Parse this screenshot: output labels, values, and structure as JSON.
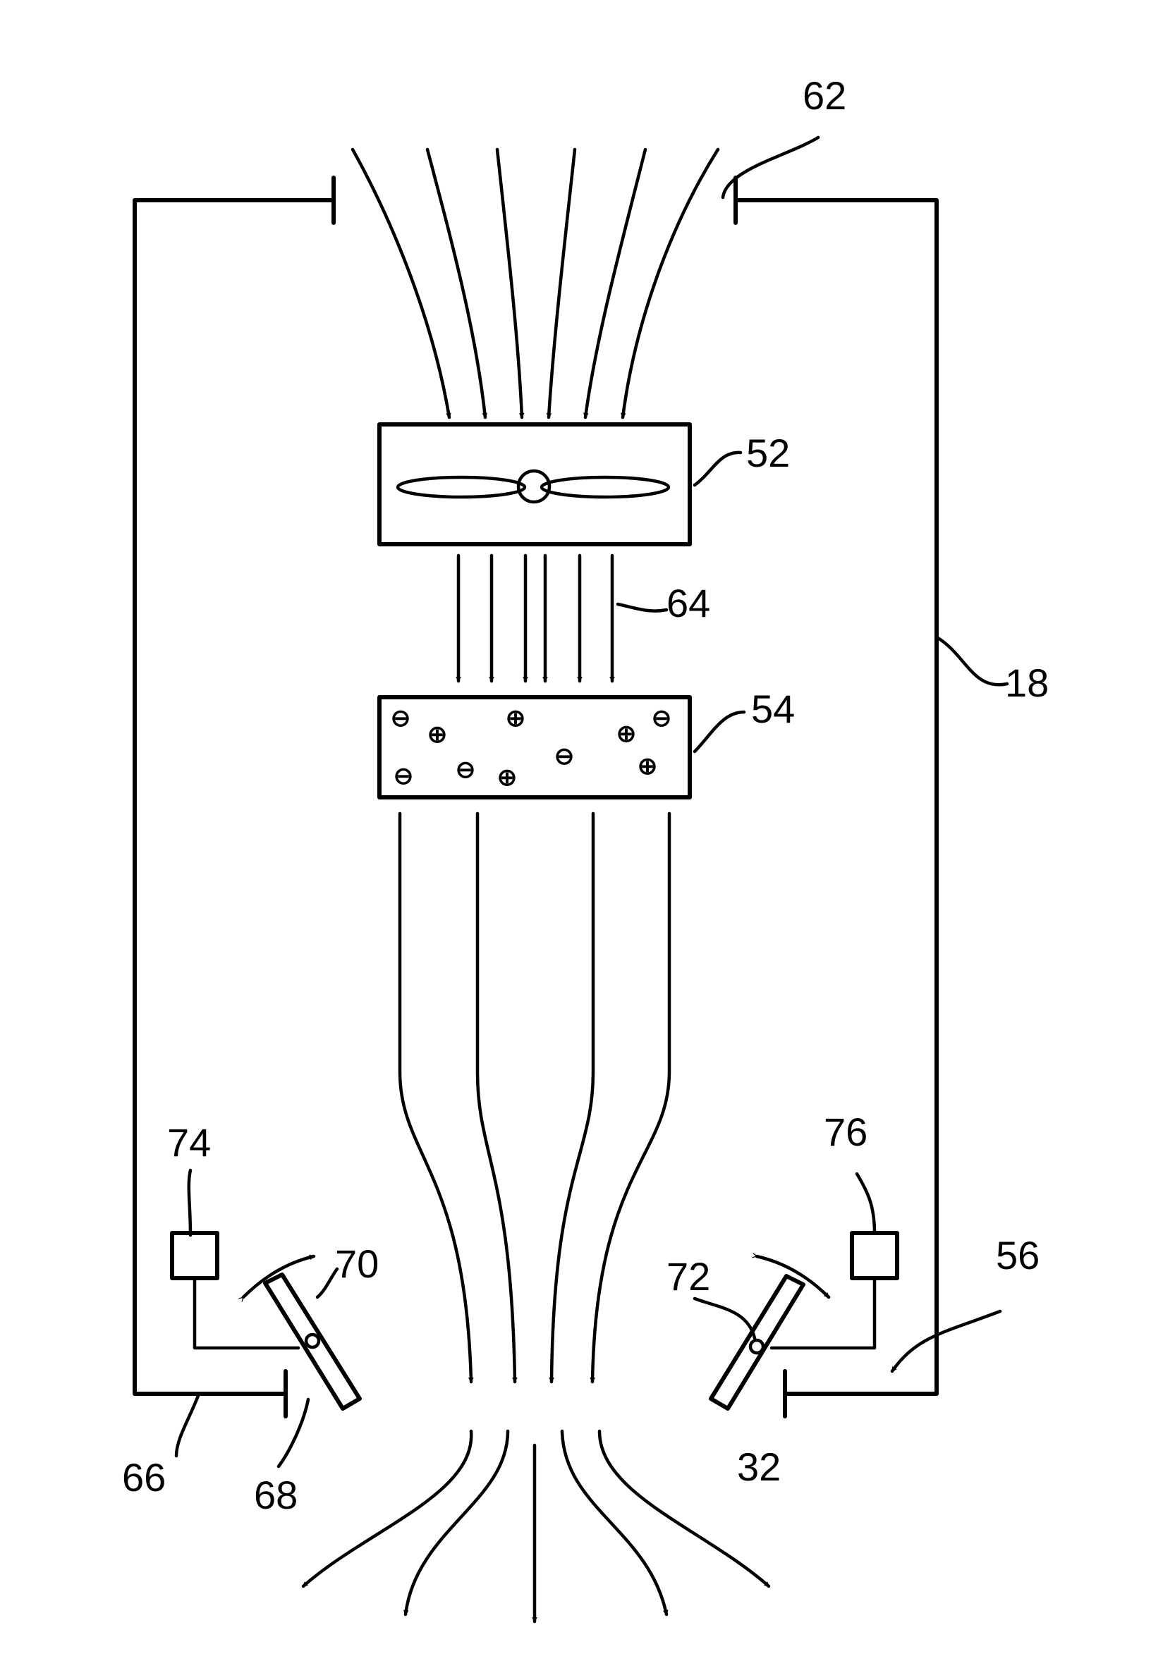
{
  "labels": {
    "housing": "18",
    "nozzle_region": "32",
    "fan_unit": "52",
    "ionizer": "54",
    "outlet": "56",
    "inlet_opening": "62",
    "airflow": "64",
    "outlet_wall_left": "66",
    "outlet_edge_left": "68",
    "left_flap": "70",
    "right_flap": "72",
    "left_actuator": "74",
    "right_actuator": "76"
  },
  "ionizer_charges": {
    "minus": "⊖",
    "plus": "⊕"
  },
  "colors": {
    "line": "#000000",
    "background": "#ffffff"
  }
}
